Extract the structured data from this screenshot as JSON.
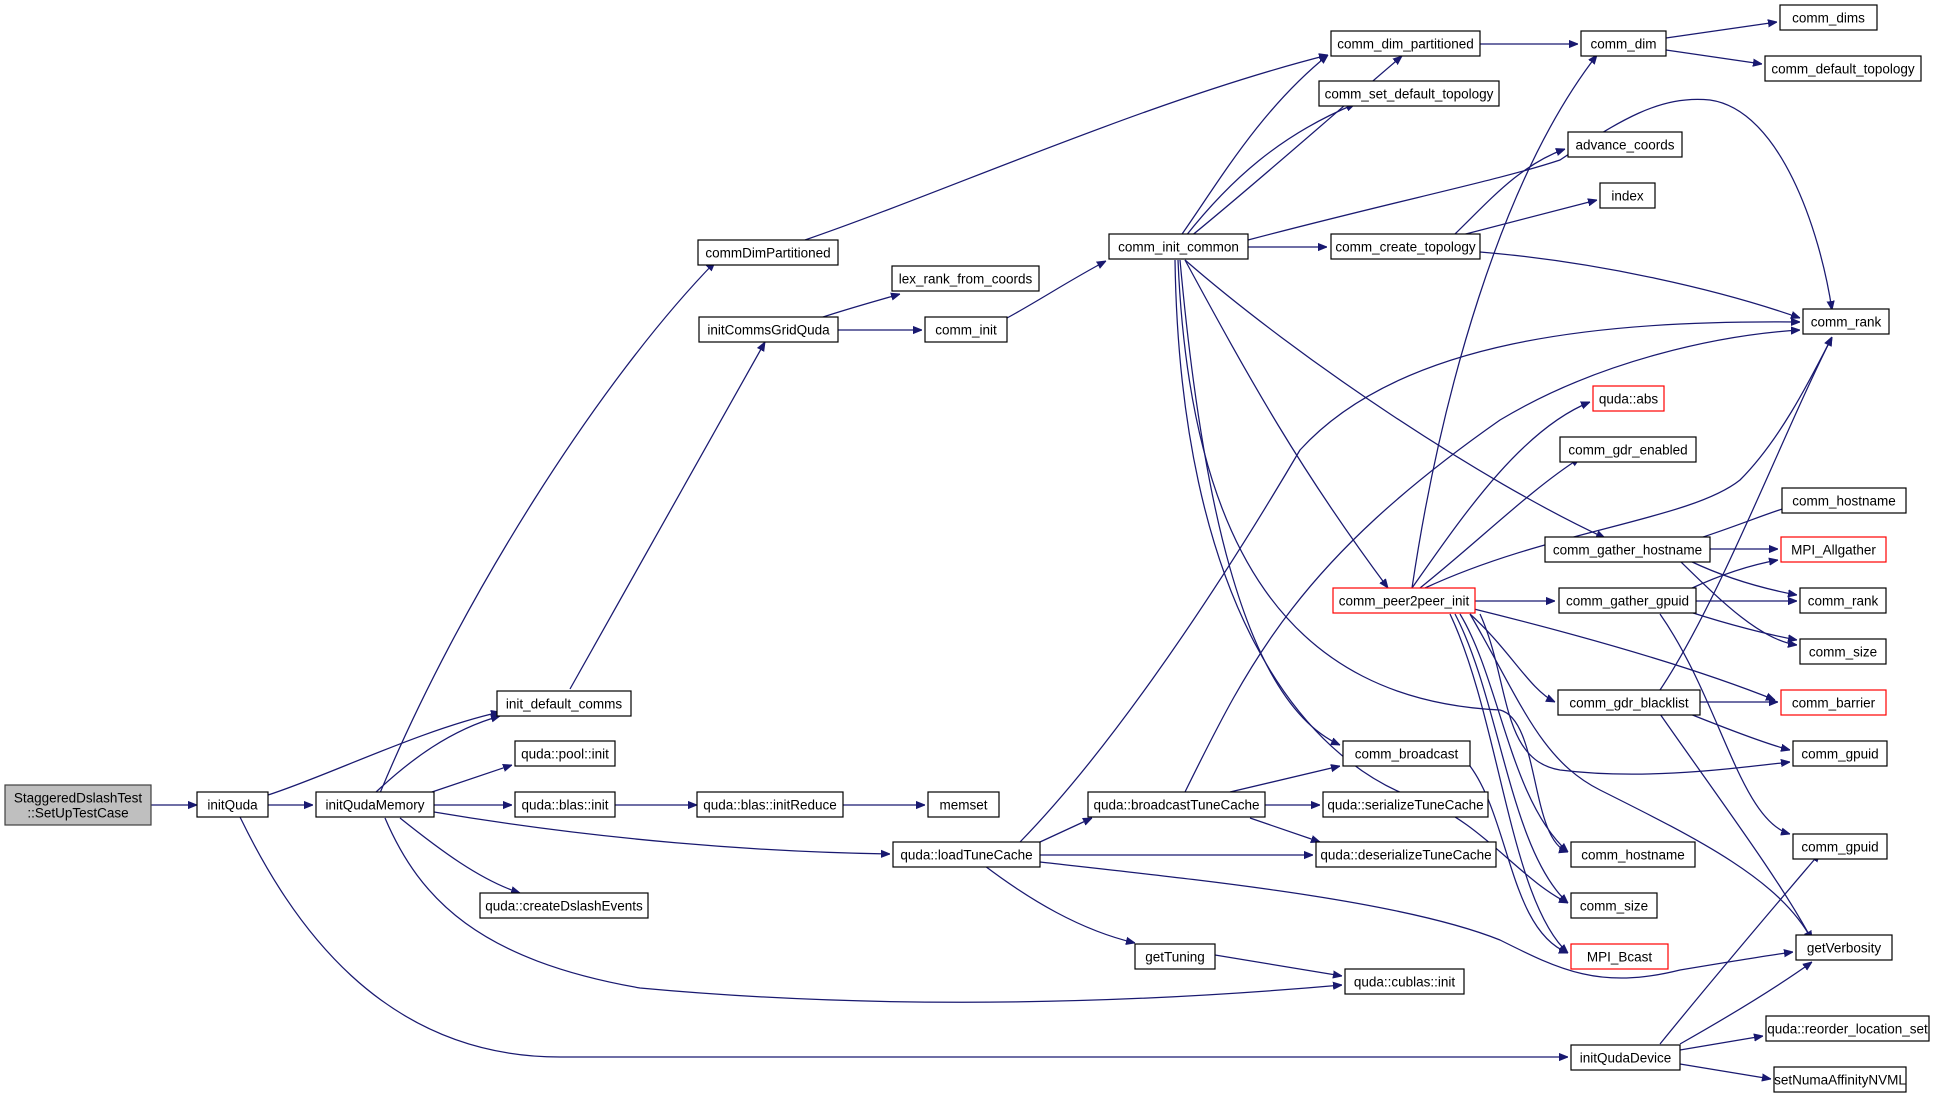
{
  "nodes": {
    "root": [
      "StaggeredDslashTest",
      "::SetUpTestCase"
    ],
    "initQuda": "initQuda",
    "initQudaMemory": "initQudaMemory",
    "init_default_comms": "init_default_comms",
    "pool_init": "quda::pool::init",
    "blas_init": "quda::blas::init",
    "blas_initReduce": "quda::blas::initReduce",
    "memset": "memset",
    "createDslashEvents": "quda::createDslashEvents",
    "loadTuneCache": "quda::loadTuneCache",
    "commDimPartitioned": "commDimPartitioned",
    "initCommsGridQuda": "initCommsGridQuda",
    "lex_rank_from_coords": "lex_rank_from_coords",
    "comm_init": "comm_init",
    "comm_init_common": "comm_init_common",
    "comm_dim_partitioned": "comm_dim_partitioned",
    "comm_set_default_topology": "comm_set_default_topology",
    "comm_create_topology": "comm_create_topology",
    "comm_dim": "comm_dim",
    "comm_dims": "comm_dims",
    "comm_default_topology": "comm_default_topology",
    "advance_coords": "advance_coords",
    "index": "index",
    "comm_rank_top": "comm_rank",
    "quda_abs": "quda::abs",
    "comm_gdr_enabled": "comm_gdr_enabled",
    "comm_gather_hostname": "comm_gather_hostname",
    "comm_hostname_r": "comm_hostname",
    "MPI_Allgather": "MPI_Allgather",
    "comm_peer2peer_init": "comm_peer2peer_init",
    "comm_gather_gpuid": "comm_gather_gpuid",
    "comm_rank_mid": "comm_rank",
    "comm_size_r": "comm_size",
    "comm_gdr_blacklist": "comm_gdr_blacklist",
    "comm_barrier": "comm_barrier",
    "comm_gpuid_a": "comm_gpuid",
    "comm_broadcast": "comm_broadcast",
    "broadcastTuneCache": "quda::broadcastTuneCache",
    "serializeTuneCache": "quda::serializeTuneCache",
    "deserializeTuneCache": "quda::deserializeTuneCache",
    "comm_hostname_m": "comm_hostname",
    "comm_size_m": "comm_size",
    "MPI_Bcast": "MPI_Bcast",
    "comm_gpuid_b": "comm_gpuid",
    "getVerbosity": "getVerbosity",
    "getTuning": "getTuning",
    "cublas_init": "quda::cublas::init",
    "initQudaDevice": "initQudaDevice",
    "reorder_location_set": "quda::reorder_location_set",
    "setNumaAffinityNVML": "setNumaAffinityNVML"
  },
  "colors": {
    "edge": "#191970",
    "node_border": "#000000",
    "node_border_incomplete": "#ff0000",
    "root_fill": "#bfbfbf"
  }
}
